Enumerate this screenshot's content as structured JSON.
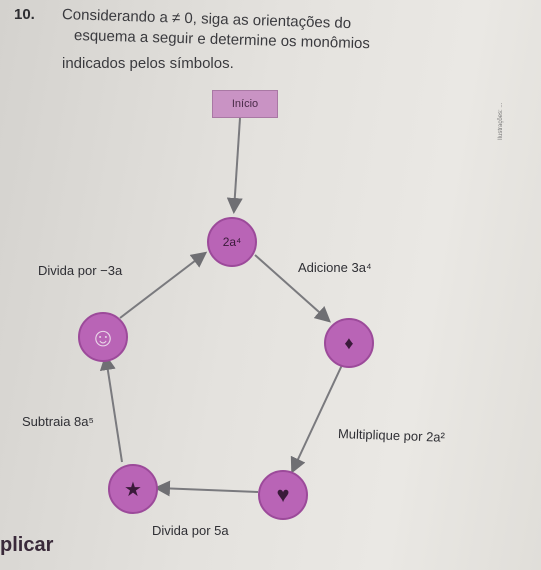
{
  "question": {
    "number": "10.",
    "line1": "Considerando a ≠ 0, siga as orientações do",
    "line2": "esquema a seguir e determine os monômios",
    "line3": "indicados pelos símbolos."
  },
  "diagram": {
    "start": "Início",
    "node_top": "2a⁴",
    "label_divide_3a": "Divida por −3a",
    "label_add": "Adicione 3a⁴",
    "label_multiply": "Multiplique por 2a²",
    "label_subtract": "Subtraia 8a⁵",
    "label_divide_5a": "Divida por 5a",
    "symbols": {
      "smiley": "☺",
      "diamond": "♦",
      "heart": "♥",
      "star": "★"
    }
  },
  "footer_text": "plicar",
  "side_note": "Ilustrações: ..."
}
